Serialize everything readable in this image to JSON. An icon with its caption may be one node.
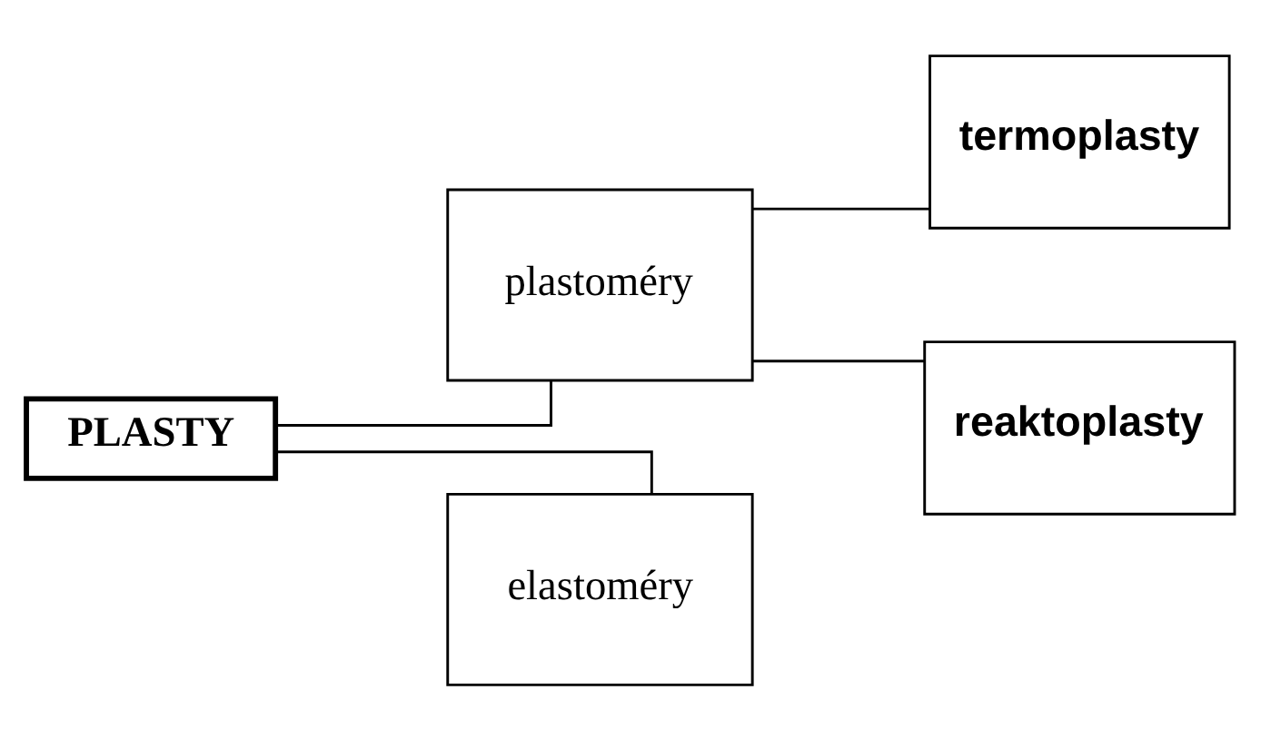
{
  "diagram": {
    "nodes": [
      {
        "text": [
          "PLASTY"
        ]
      },
      {
        "text": [
          "plastoméry"
        ]
      },
      {
        "text": [
          "elastoméry"
        ]
      },
      {
        "text": [
          "termoplasty"
        ]
      },
      {
        "text": [
          "reaktoplasty"
        ]
      }
    ],
    "edges": [
      {
        "from": 0,
        "to": 1,
        "arrow": "none"
      },
      {
        "from": 0,
        "to": 2,
        "arrow": "none"
      },
      {
        "from": 1,
        "to": 3,
        "arrow": "none"
      },
      {
        "from": 1,
        "to": 4,
        "arrow": "none"
      }
    ]
  }
}
